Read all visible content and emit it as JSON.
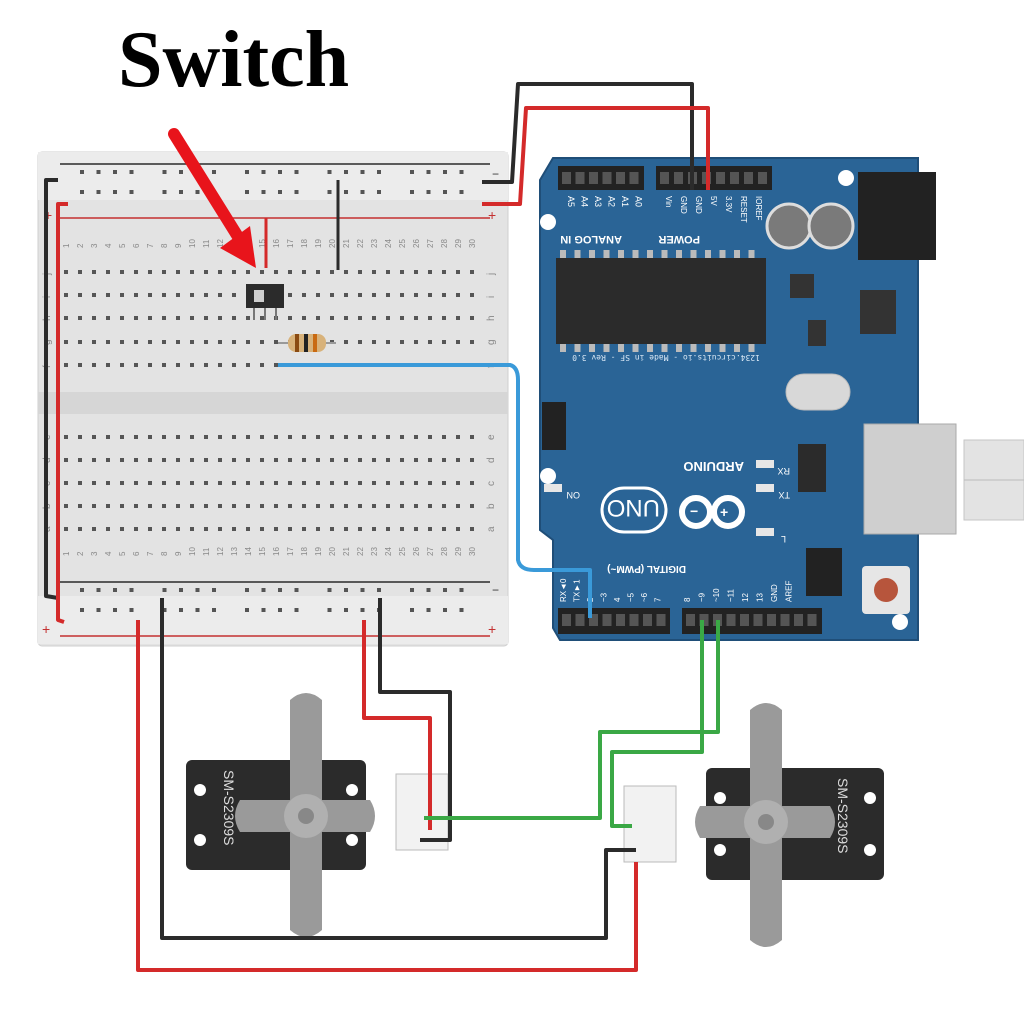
{
  "title": "Switch",
  "breadboard": {
    "row_letters_top": [
      "j",
      "i",
      "h",
      "g",
      "f"
    ],
    "row_letters_bottom": [
      "e",
      "d",
      "c",
      "b",
      "a"
    ],
    "column_numbers": [
      "1",
      "2",
      "3",
      "4",
      "5",
      "6",
      "7",
      "8",
      "9",
      "10",
      "11",
      "12",
      "13",
      "14",
      "15",
      "16",
      "17",
      "18",
      "19",
      "20",
      "21",
      "22",
      "23",
      "24",
      "25",
      "26",
      "27",
      "28",
      "29",
      "30"
    ],
    "plus": "+",
    "minus": "−"
  },
  "arduino": {
    "analog_pins": [
      "A5",
      "A4",
      "A3",
      "A2",
      "A1",
      "A0"
    ],
    "analog_label": "ANALOG IN",
    "power_pins": [
      "Vin",
      "GND",
      "GND",
      "5V",
      "3.3V",
      "RESET",
      "IOREF"
    ],
    "power_label": "POWER",
    "chip_text": "1234.circuits.io - Made in SF - Rev 3.0",
    "brand": "ARDUINO",
    "model": "UNO",
    "on_label": "ON",
    "tx": "TX",
    "rx": "RX",
    "l": "L",
    "digital_label": "DIGITAL (PWM~)",
    "digital_pins": [
      "RX◄0",
      "TX►1",
      "2",
      "~3",
      "4",
      "~5",
      "~6",
      "7",
      "8",
      "~9",
      "~10",
      "~11",
      "12",
      "13",
      "GND",
      "AREF"
    ]
  },
  "servos": [
    {
      "model": "SM-S2309S"
    },
    {
      "model": "SM-S2309S"
    }
  ],
  "colors": {
    "board_blue": "#2a6496",
    "wire_red": "#d42a2a",
    "wire_black": "#2b2b2b",
    "wire_green": "#3aa845",
    "wire_blue": "#3a9ad9",
    "arrow_red": "#e8141b"
  }
}
